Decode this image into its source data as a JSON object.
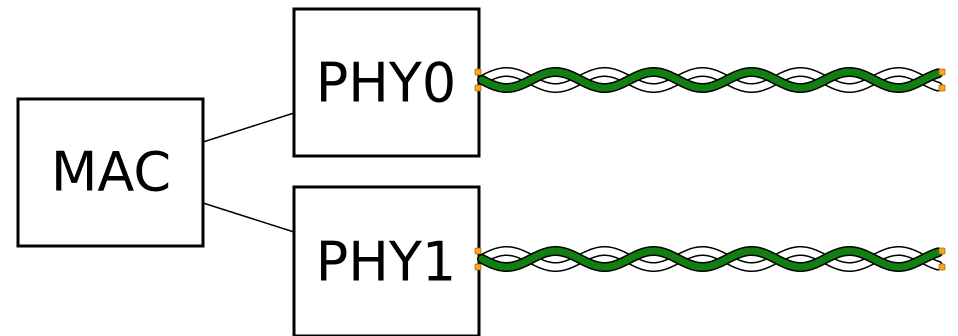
{
  "blocks": {
    "mac": {
      "label": "MAC"
    },
    "phy0": {
      "label": "PHY0"
    },
    "phy1": {
      "label": "PHY1"
    }
  },
  "colors": {
    "wire_primary": "#118011",
    "wire_secondary": "#ffffff",
    "wire_outline": "#000000",
    "wire_tip": "#f5a623",
    "box_stroke": "#000000"
  },
  "icons": {
    "cable": "twisted-pair-cable"
  }
}
